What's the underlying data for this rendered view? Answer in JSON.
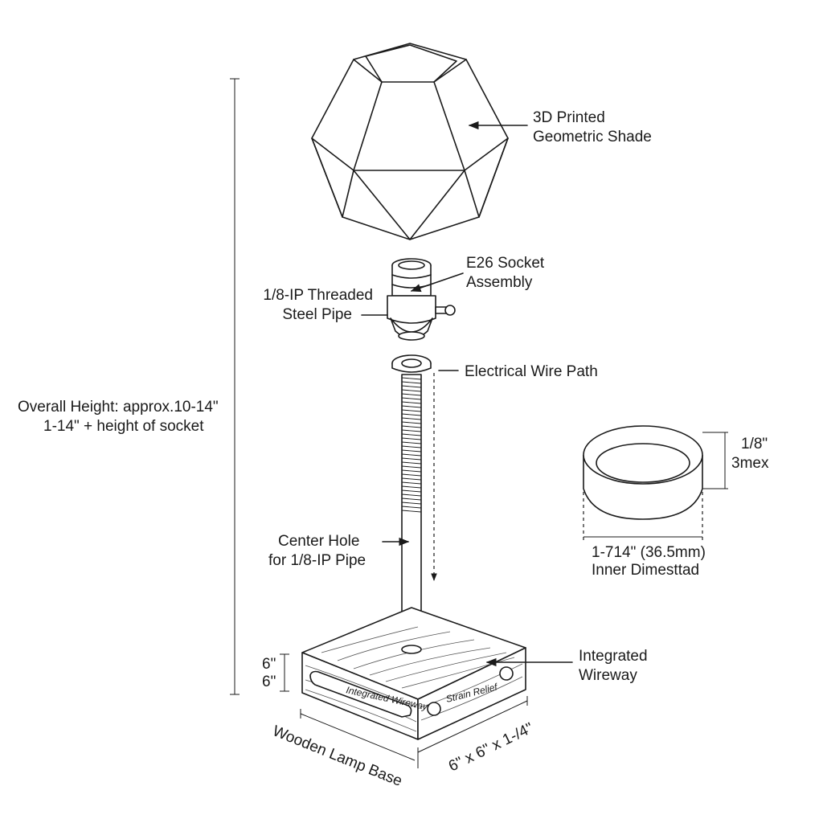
{
  "labels": {
    "shade": [
      "3D Printed",
      "Geometric Shade"
    ],
    "socket": [
      "E26 Socket",
      "Assembly"
    ],
    "pipe": [
      "1/8-IP Threaded",
      "Steel Pipe"
    ],
    "wire_path": "Electrical Wire Path",
    "overall_height": [
      "Overall Height: approx.10-14\"",
      "1-14\" + height of socket"
    ],
    "ring_height": [
      "1/8\"",
      "3mex"
    ],
    "ring_diameter": [
      "1-714\" (36.5mm)",
      "Inner Dimesttad"
    ],
    "center_hole": [
      "Center Hole",
      "for 1/8-IP Pipe"
    ],
    "wireway": [
      "Integrated",
      "Wireway"
    ],
    "base_height": [
      "6\"",
      "6\""
    ],
    "base_name": "Wooden Lamp Base",
    "base_dims": "6\" x 6\" x 1-/4\"",
    "strain_relief": "Strain Relief",
    "slot_text": "Integrated Wireway"
  }
}
